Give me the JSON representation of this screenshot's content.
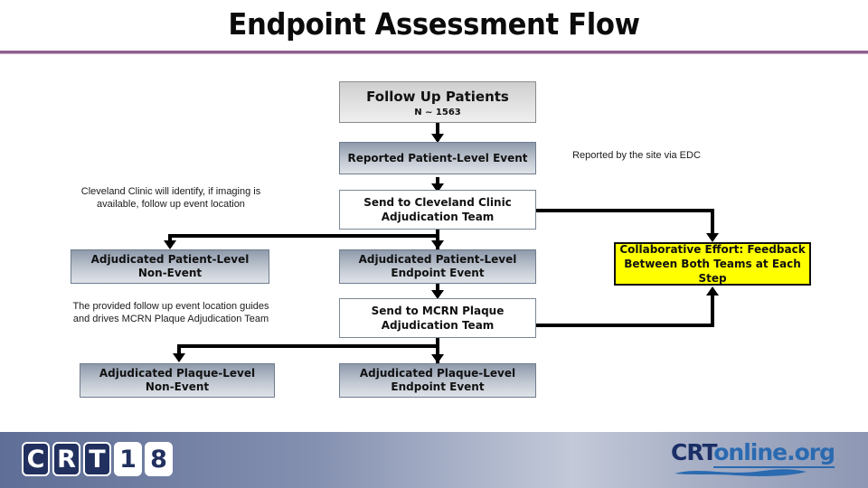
{
  "title": "Endpoint Assessment Flow",
  "colors": {
    "title_rule": "#8f5f8f",
    "highlight_box": "#ffff00",
    "connector": "#000000",
    "logo_navy": "#21305e",
    "logo_blue": "#2a6ab0"
  },
  "flow": {
    "follow_up": {
      "label": "Follow Up Patients",
      "sub": "N ~ 1563"
    },
    "reported_event": {
      "label": "Reported  Patient-Level Event"
    },
    "send_cleveland": {
      "label": "Send to Cleveland Clinic Adjudication Team"
    },
    "adjudicated_patient_non_event": {
      "label": "Adjudicated Patient-Level Non-Event"
    },
    "adjudicated_patient_endpoint_event": {
      "label": "Adjudicated Patient-Level Endpoint Event"
    },
    "send_mcrn": {
      "label": "Send to MCRN Plaque Adjudication Team"
    },
    "adjudicated_plaque_non_event": {
      "label": "Adjudicated Plaque-Level Non-Event"
    },
    "adjudicated_plaque_endpoint_event": {
      "label": "Adjudicated Plaque-Level Endpoint Event"
    },
    "collaborative": {
      "label": "Collaborative Effort: Feedback Between Both Teams at Each Step"
    }
  },
  "notes": {
    "reported_by_site": "Reported by the site via EDC",
    "cleveland_identify": "Cleveland Clinic will identify, if imaging is available, follow up event location",
    "mcrn_guides": "The provided follow up event location guides and drives  MCRN Plaque Adjudication Team"
  },
  "footer": {
    "crt18": {
      "tiles": [
        "C",
        "R",
        "T",
        "1",
        "8"
      ]
    },
    "crtonline": {
      "primary": "CRT",
      "secondary": "online.org"
    }
  }
}
